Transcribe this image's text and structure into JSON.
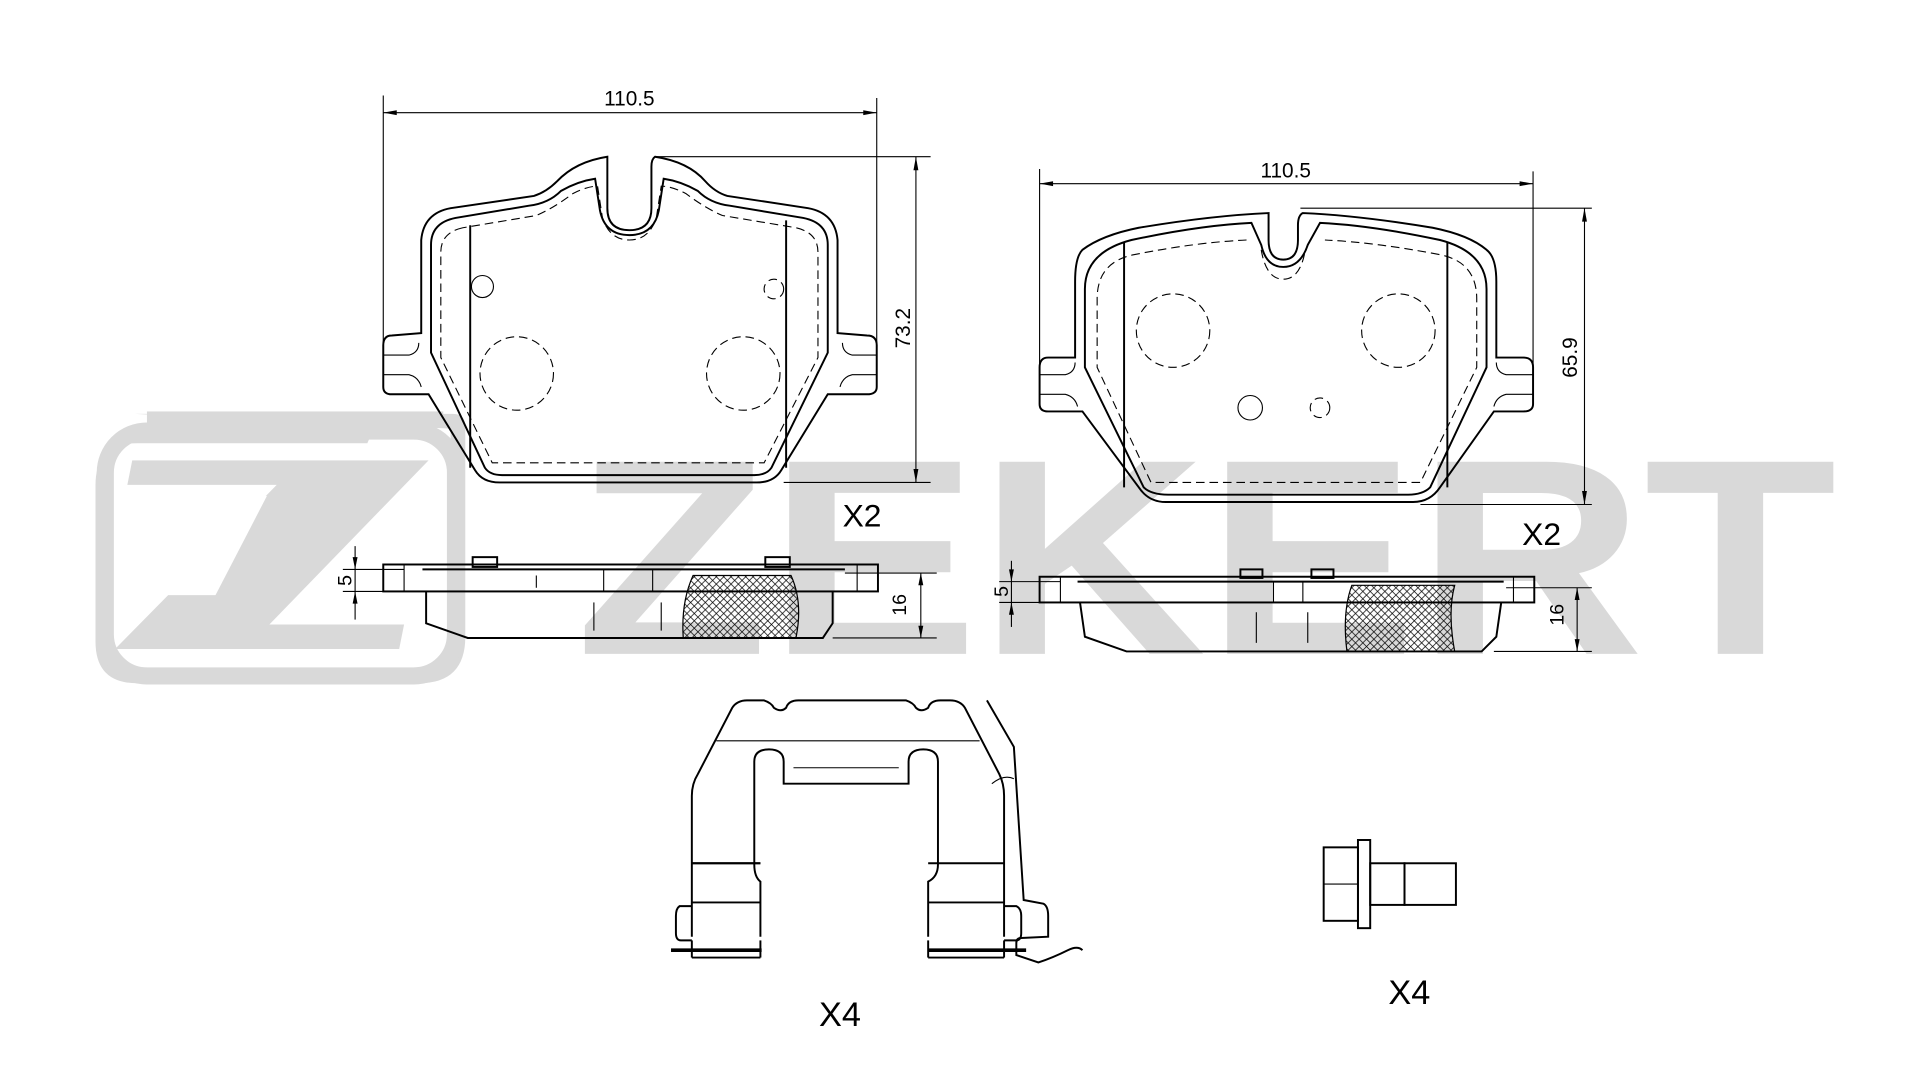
{
  "drawing": {
    "subject": "Brake pad set technical drawing",
    "brand_watermark": "ZEKERT",
    "watermark_color": "#d9d9d9",
    "line_color": "#000000",
    "background": "#ffffff"
  },
  "pads": [
    {
      "name": "left-pad",
      "width_label": "110.5",
      "height_label": "73.2",
      "quantity_label": "X2",
      "side_view": {
        "backplate_label": "5",
        "total_thickness_label": "16"
      }
    },
    {
      "name": "right-pad",
      "width_label": "110.5",
      "height_label": "65.9",
      "quantity_label": "X2",
      "side_view": {
        "backplate_label": "5",
        "total_thickness_label": "16"
      }
    }
  ],
  "accessories": [
    {
      "name": "anti-rattle-spring-clip",
      "quantity_label": "X4"
    },
    {
      "name": "guide-bolt",
      "quantity_label": "X4"
    }
  ]
}
